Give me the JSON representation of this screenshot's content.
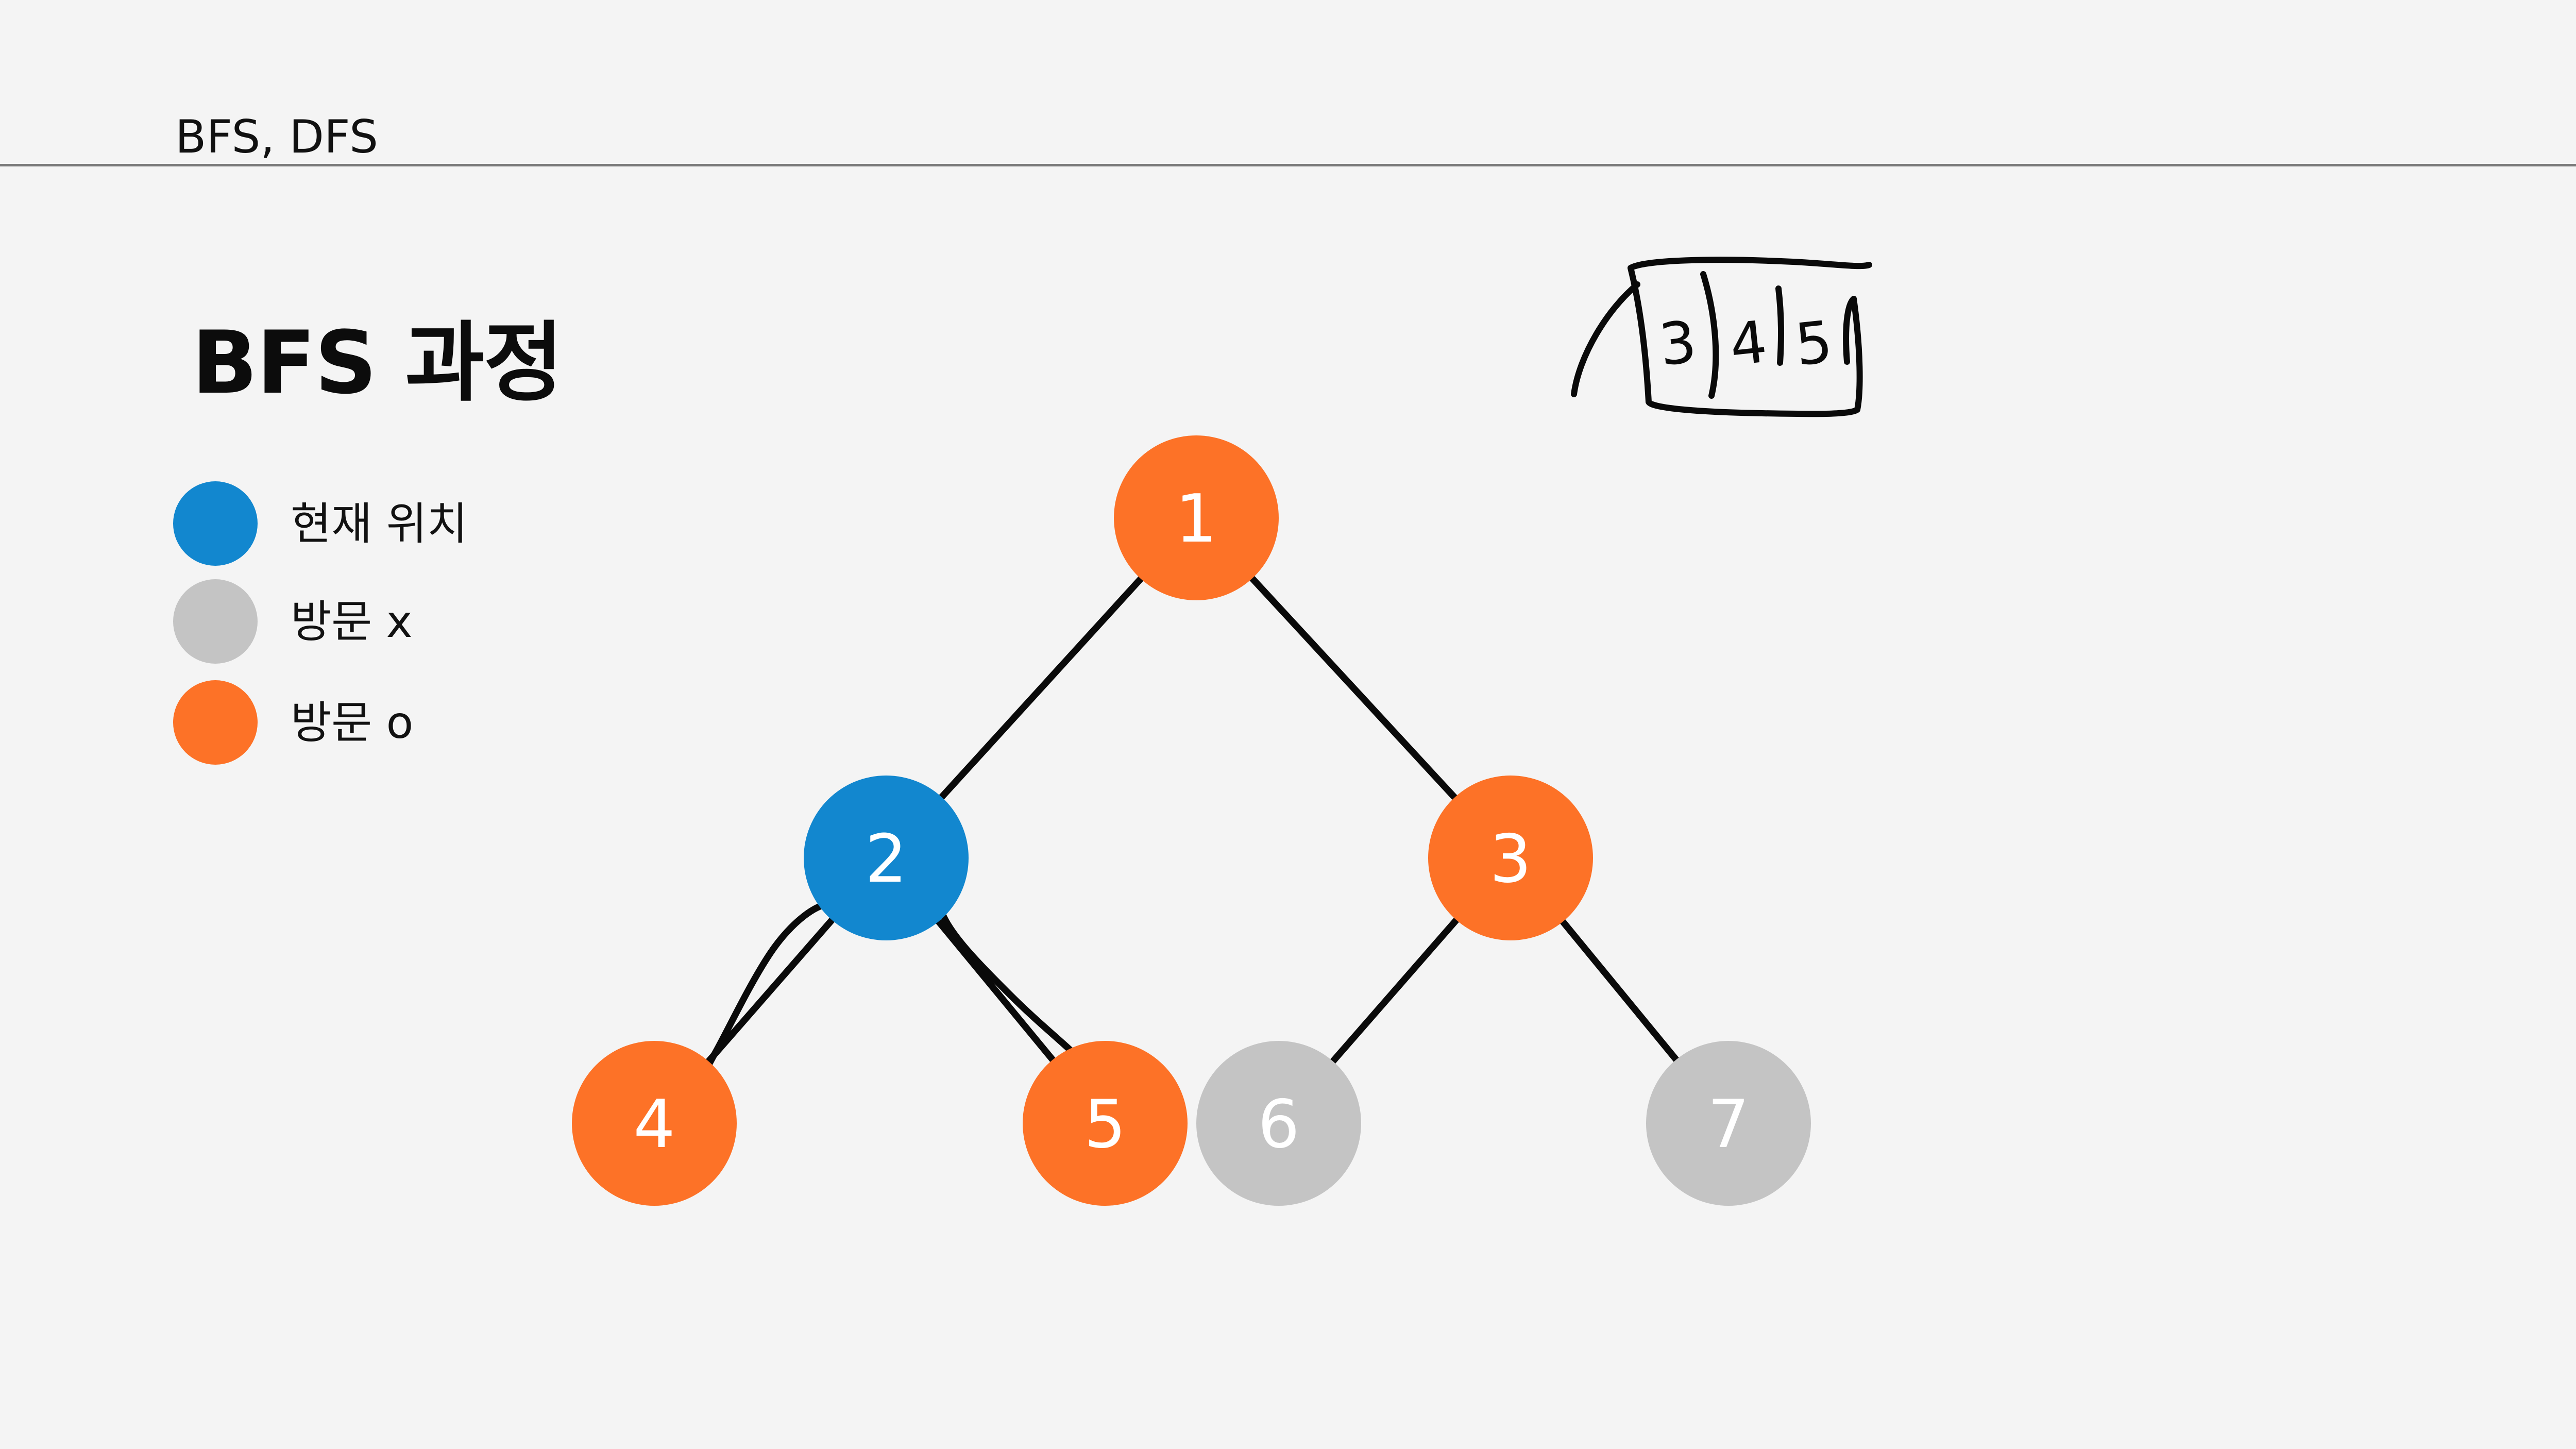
{
  "header": {
    "title": "BFS, DFS"
  },
  "page_title": "BFS 과정",
  "legend": [
    {
      "label": "현재 위치",
      "color": "#1287cf"
    },
    {
      "label": "방문 x",
      "color": "#c4c4c4"
    },
    {
      "label": "방문 o",
      "color": "#fd7227"
    }
  ],
  "tree": {
    "nodes": [
      {
        "id": "1",
        "label": "1",
        "state": "visited"
      },
      {
        "id": "2",
        "label": "2",
        "state": "current"
      },
      {
        "id": "3",
        "label": "3",
        "state": "visited"
      },
      {
        "id": "4",
        "label": "4",
        "state": "visited"
      },
      {
        "id": "5",
        "label": "5",
        "state": "visited"
      },
      {
        "id": "6",
        "label": "6",
        "state": "unvisited"
      },
      {
        "id": "7",
        "label": "7",
        "state": "unvisited"
      }
    ],
    "edges": [
      [
        "1",
        "2"
      ],
      [
        "1",
        "3"
      ],
      [
        "2",
        "4"
      ],
      [
        "2",
        "5"
      ],
      [
        "3",
        "6"
      ],
      [
        "3",
        "7"
      ]
    ]
  },
  "queue_sketch": {
    "items": [
      "3",
      "4",
      "5"
    ]
  },
  "colors": {
    "current": "#1287cf",
    "unvisited": "#c4c4c4",
    "visited": "#fd7227",
    "ink": "#0a0a0a"
  }
}
